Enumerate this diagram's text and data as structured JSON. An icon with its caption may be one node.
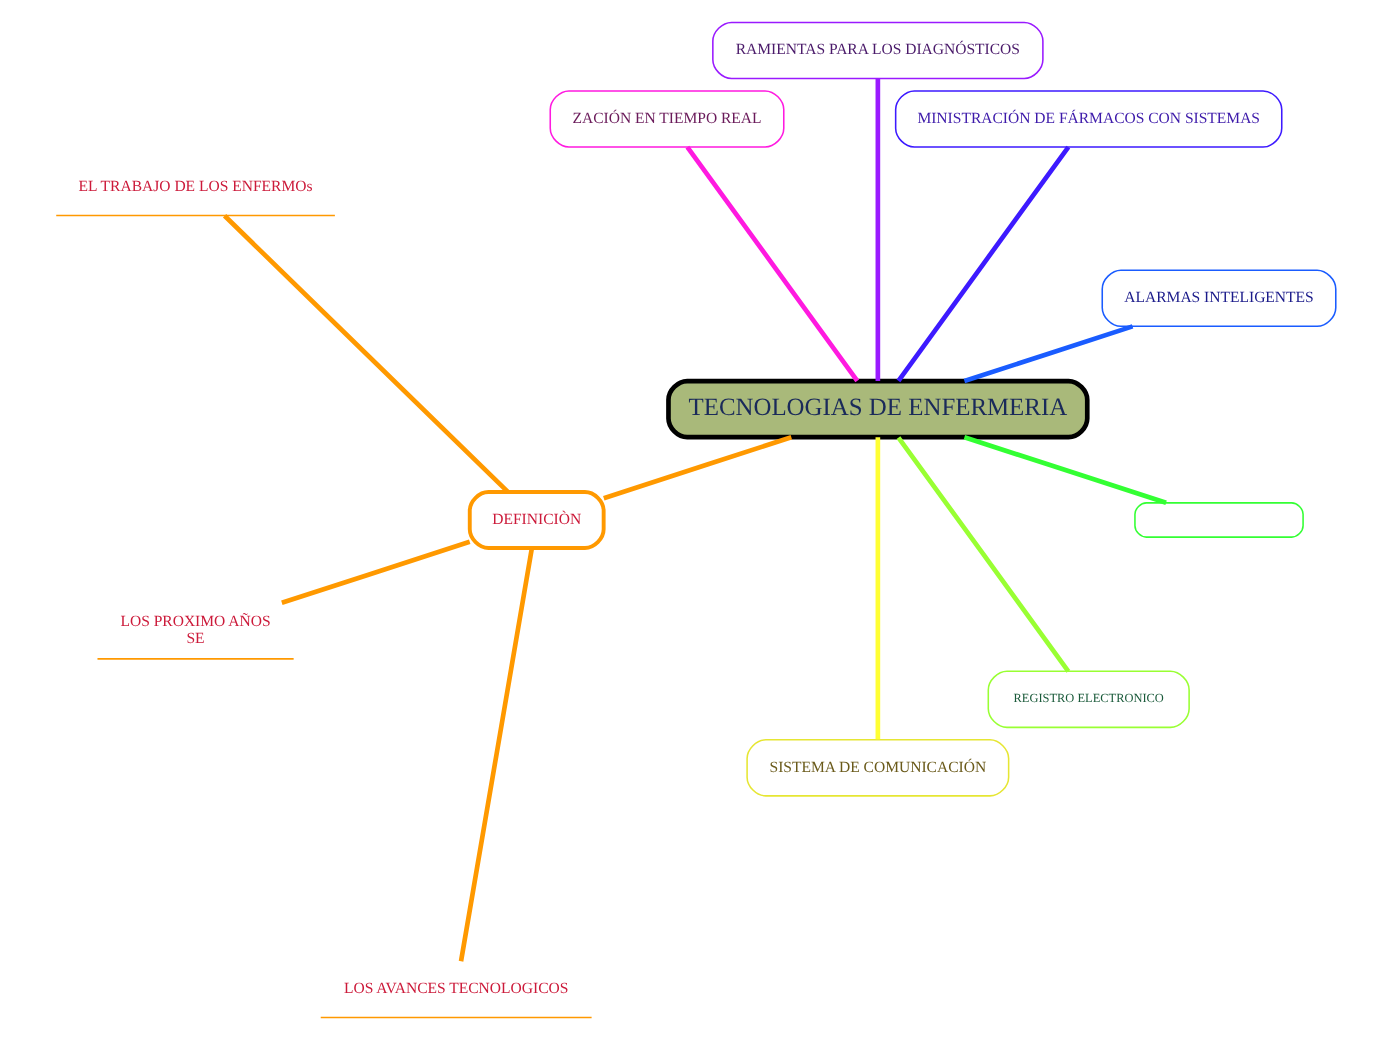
{
  "diagram": {
    "nodes": [
      {
        "text": [
          "TECNOLOGIAS DE ENFERMERIA"
        ]
      },
      {
        "text": [
          "ALARMAS INTELIGENTES"
        ]
      },
      {
        "text": [
          "MINISTRACIÓN DE FÁRMACOS CON SISTEMAS"
        ]
      },
      {
        "text": [
          "RAMIENTAS PARA LOS DIAGNÓSTICOS"
        ]
      },
      {
        "text": [
          "ZACIÓN EN TIEMPO REAL"
        ]
      },
      {
        "text": [
          "DEFINICIÒN"
        ]
      },
      {
        "text": [
          "EL TRABAJO DE LOS ENFERMOs"
        ]
      },
      {
        "text": [
          "LOS PROXIMO AÑOS",
          "SE"
        ]
      },
      {
        "text": [
          "LOS AVANCES TECNOLOGICOS"
        ]
      },
      {
        "text": [
          "SISTEMA DE COMUNICACIÓN"
        ]
      },
      {
        "text": [
          "REGISTRO ELECTRONICO"
        ]
      },
      {
        "text": [],
        "shape": "box"
      }
    ],
    "edges": [
      {
        "from": 0,
        "to": 1,
        "arrow": "none",
        "color": "#1a5cff"
      },
      {
        "from": 0,
        "to": 2,
        "arrow": "none",
        "color": "#3d1aff"
      },
      {
        "from": 0,
        "to": 3,
        "arrow": "none",
        "color": "#9a1aff"
      },
      {
        "from": 0,
        "to": 4,
        "arrow": "none",
        "color": "#ff1ae0"
      },
      {
        "from": 0,
        "to": 5,
        "arrow": "none",
        "color": "#ff9900"
      },
      {
        "from": 5,
        "to": 6,
        "arrow": "none",
        "color": "#ff9900"
      },
      {
        "from": 5,
        "to": 7,
        "arrow": "none",
        "color": "#ff9900"
      },
      {
        "from": 5,
        "to": 8,
        "arrow": "none",
        "color": "#ff9900"
      },
      {
        "from": 0,
        "to": 9,
        "arrow": "none",
        "color": "#ffff33"
      },
      {
        "from": 0,
        "to": 10,
        "arrow": "none",
        "color": "#99ff33"
      },
      {
        "from": 0,
        "to": 11,
        "arrow": "none",
        "color": "#33ff33"
      }
    ]
  }
}
